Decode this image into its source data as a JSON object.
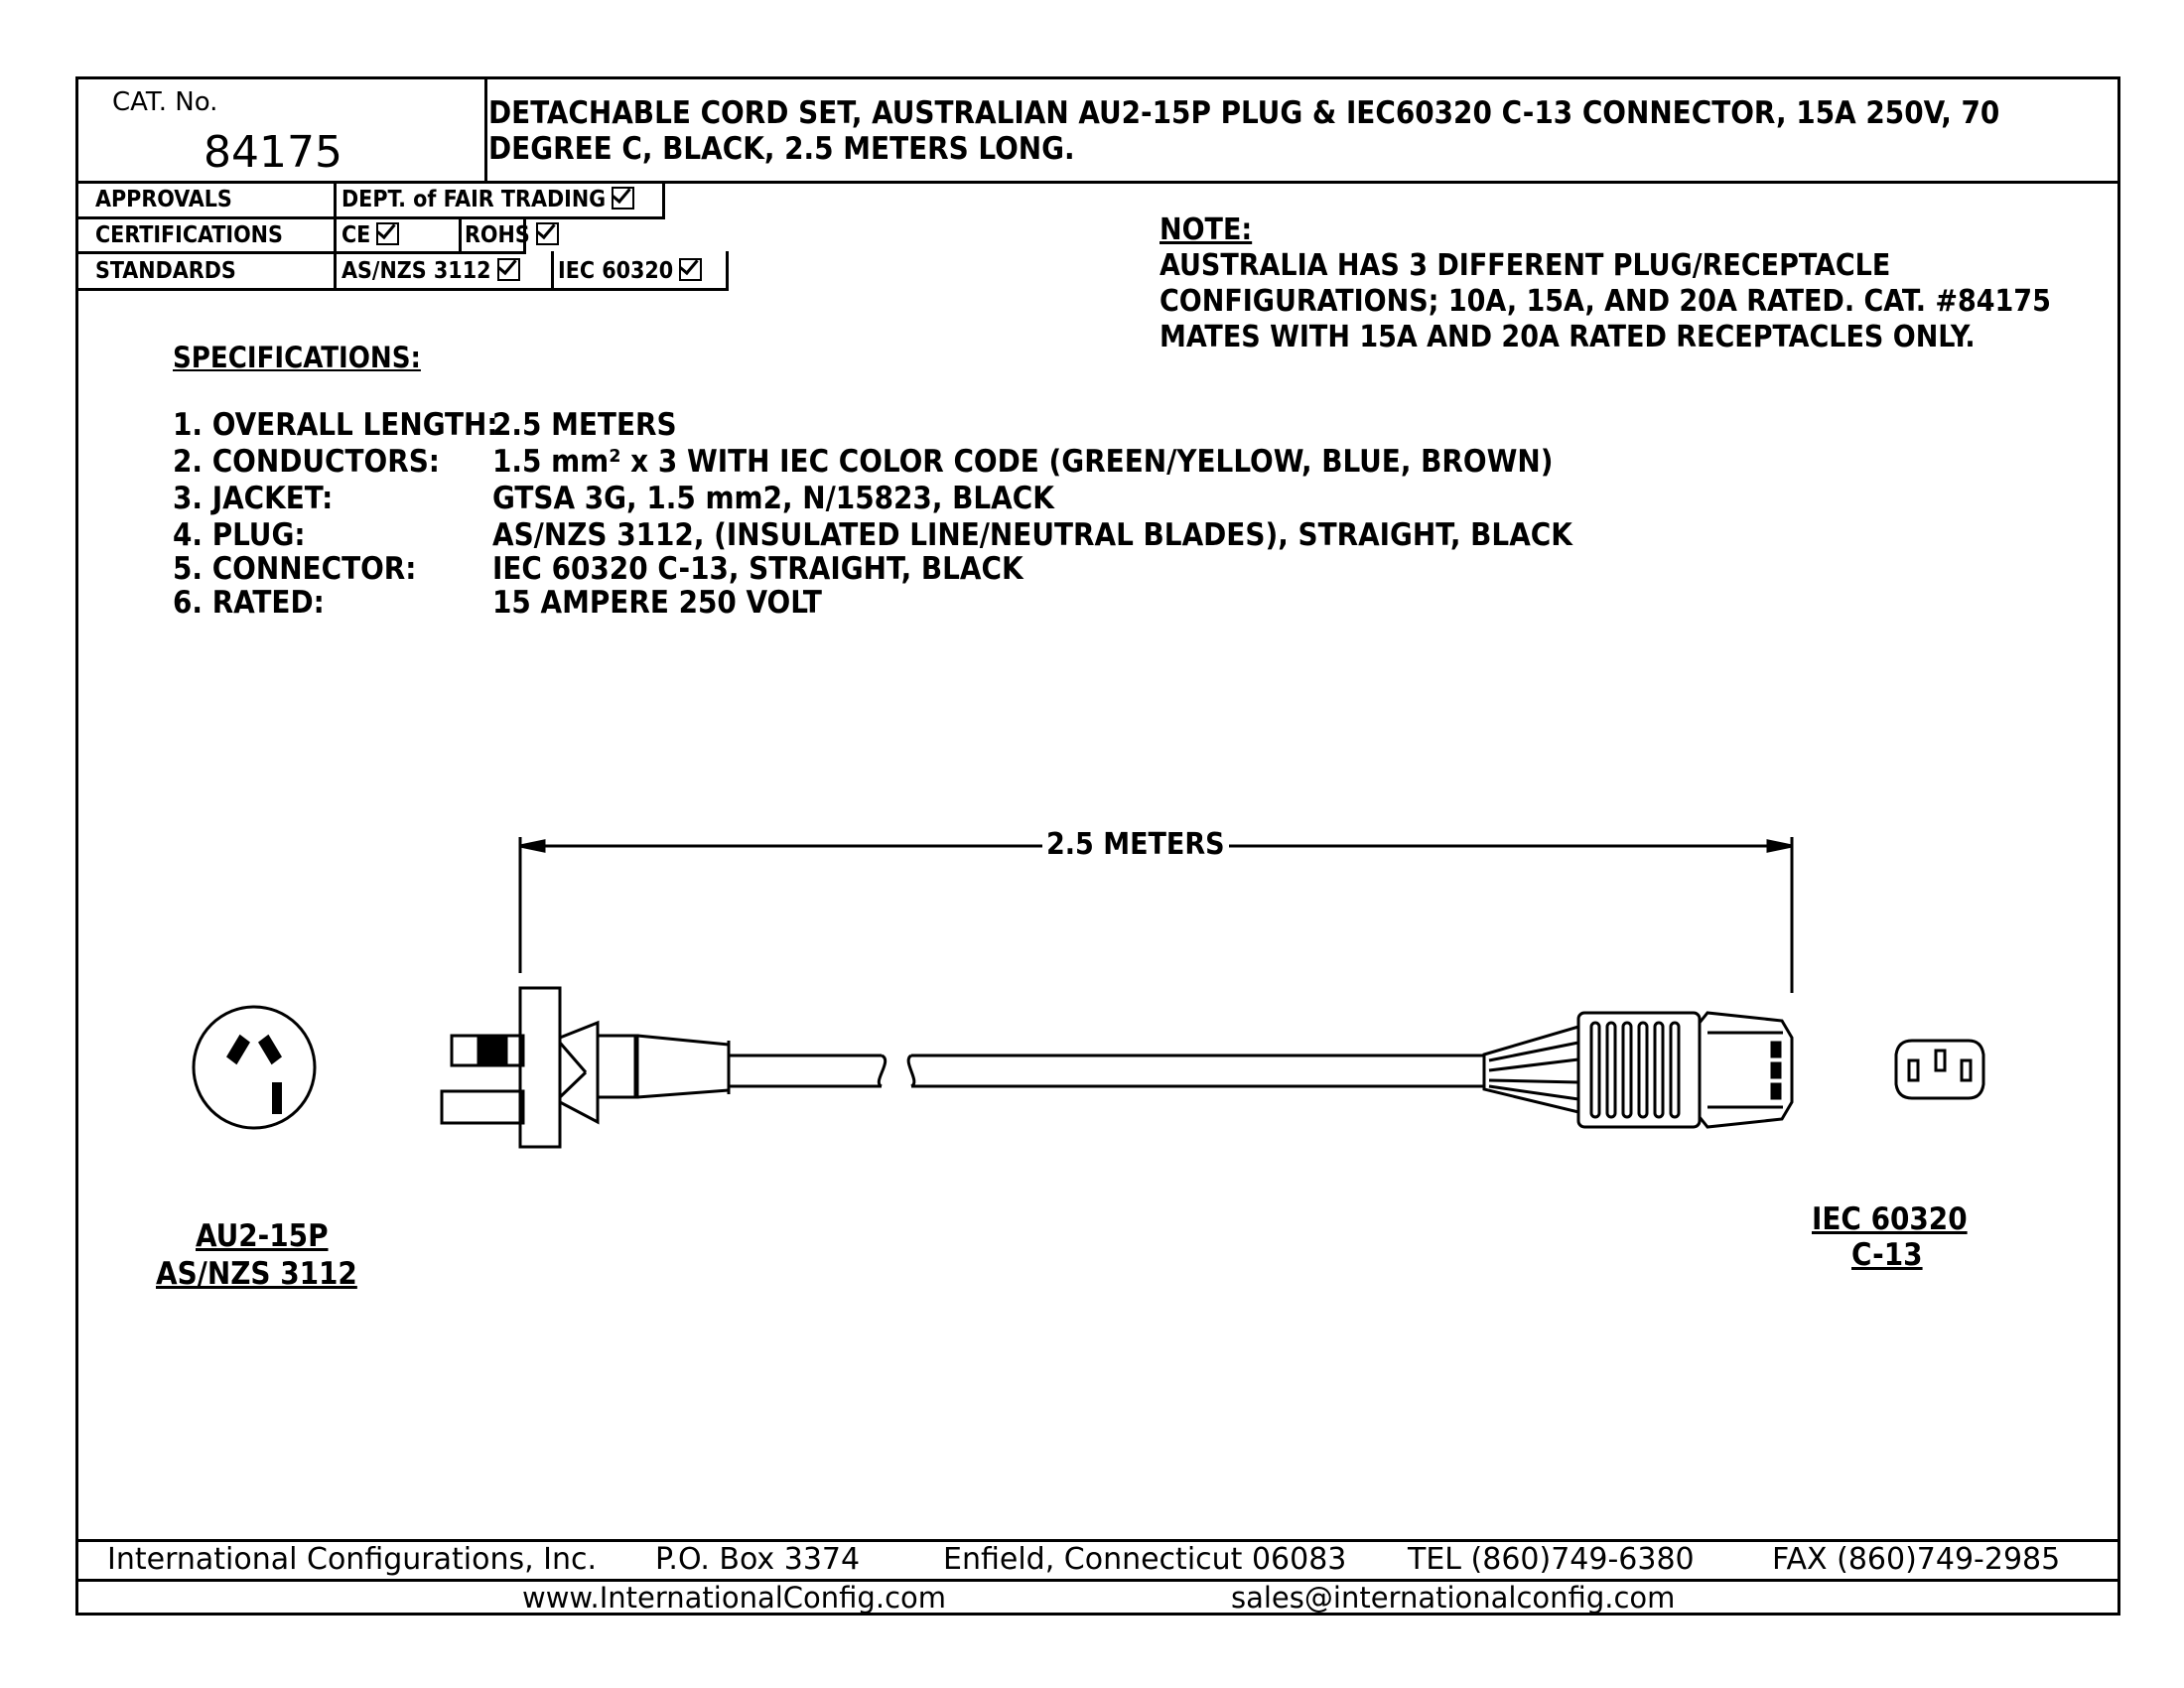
{
  "header": {
    "cat_label": "CAT. No.",
    "cat_number": "84175",
    "description": "DETACHABLE CORD SET, AUSTRALIAN AU2-15P PLUG & IEC60320 C-13 CONNECTOR, 15A 250V, 70 DEGREE C, BLACK, 2.5 METERS LONG."
  },
  "table": {
    "approvals_label": "APPROVALS",
    "approvals_value": "DEPT. of FAIR TRADING",
    "certifications_label": "CERTIFICATIONS",
    "cert_ce": "CE",
    "cert_rohs": "ROHS",
    "standards_label": "STANDARDS",
    "std_asnzs": "AS/NZS 3112",
    "std_iec": "IEC 60320"
  },
  "note": {
    "title": "NOTE:",
    "line1": "AUSTRALIA HAS 3 DIFFERENT PLUG/RECEPTACLE",
    "line2": "CONFIGURATIONS; 10A, 15A, AND 20A RATED. CAT. #84175",
    "line3": "MATES WITH 15A AND 20A RATED RECEPTACLES ONLY."
  },
  "specifications": {
    "title": "SPECIFICATIONS:",
    "items": [
      {
        "label": "1. OVERALL LENGTH:",
        "value": "2.5 METERS"
      },
      {
        "label": "2. CONDUCTORS:",
        "value": "1.5 mm² x 3 WITH IEC COLOR CODE (GREEN/YELLOW, BLUE, BROWN)"
      },
      {
        "label": "3. JACKET:",
        "value": "GTSA 3G, 1.5 mm2, N/15823, BLACK"
      },
      {
        "label": "4. PLUG:",
        "value": "AS/NZS 3112, (INSULATED LINE/NEUTRAL BLADES), STRAIGHT, BLACK"
      },
      {
        "label": "5. CONNECTOR:",
        "value": "IEC 60320 C-13, STRAIGHT, BLACK"
      },
      {
        "label": "6. RATED:",
        "value": "15 AMPERE 250 VOLT"
      }
    ]
  },
  "drawing": {
    "dimension_label": "2.5 METERS",
    "plug_label_1": "AU2-15P",
    "plug_label_2": "AS/NZS 3112",
    "connector_label_1": "IEC 60320",
    "connector_label_2": "C-13"
  },
  "footer": {
    "company": "International Configurations, Inc.",
    "po_box": "P.O. Box 3374",
    "city": "Enfield, Connecticut 06083",
    "tel": "TEL (860)749-6380",
    "fax": "FAX (860)749-2985",
    "website": "www.InternationalConfig.com",
    "email": "sales@internationalconfig.com"
  }
}
